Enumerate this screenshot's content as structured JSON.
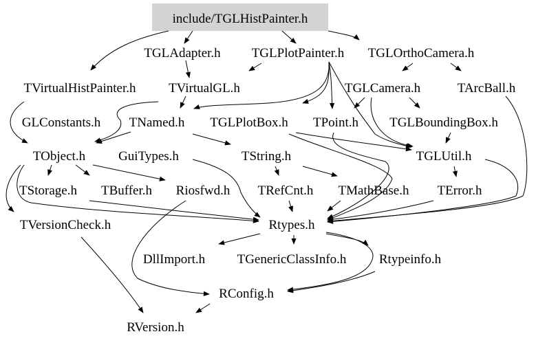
{
  "diagram": {
    "root": "include/TGLHistPainter.h",
    "nodes": {
      "root": "include/TGLHistPainter.h",
      "tgladapter": "TGLAdapter.h",
      "tglplotpainter": "TGLPlotPainter.h",
      "tglorthocamera": "TGLOrthoCamera.h",
      "tvirtualhistpainter": "TVirtualHistPainter.h",
      "tvirtualgl": "TVirtualGL.h",
      "tglcamera": "TGLCamera.h",
      "tarcball": "TArcBall.h",
      "glconstants": "GLConstants.h",
      "tnamed": "TNamed.h",
      "tglplotbox": "TGLPlotBox.h",
      "tpoint": "TPoint.h",
      "tglboundingbox": "TGLBoundingBox.h",
      "tobject": "TObject.h",
      "guitypes": "GuiTypes.h",
      "tstring": "TString.h",
      "tglutil": "TGLUtil.h",
      "tstorage": "TStorage.h",
      "tbuffer": "TBuffer.h",
      "riosfwd": "Riosfwd.h",
      "trefcnt": "TRefCnt.h",
      "tmathbase": "TMathBase.h",
      "terror": "TError.h",
      "tversioncheck": "TVersionCheck.h",
      "rtypes": "Rtypes.h",
      "dllimport": "DllImport.h",
      "tgenericclassinfo": "TGenericClassInfo.h",
      "rtypeinfo": "Rtypeinfo.h",
      "rconfig": "RConfig.h",
      "rversion": "RVersion.h"
    }
  }
}
